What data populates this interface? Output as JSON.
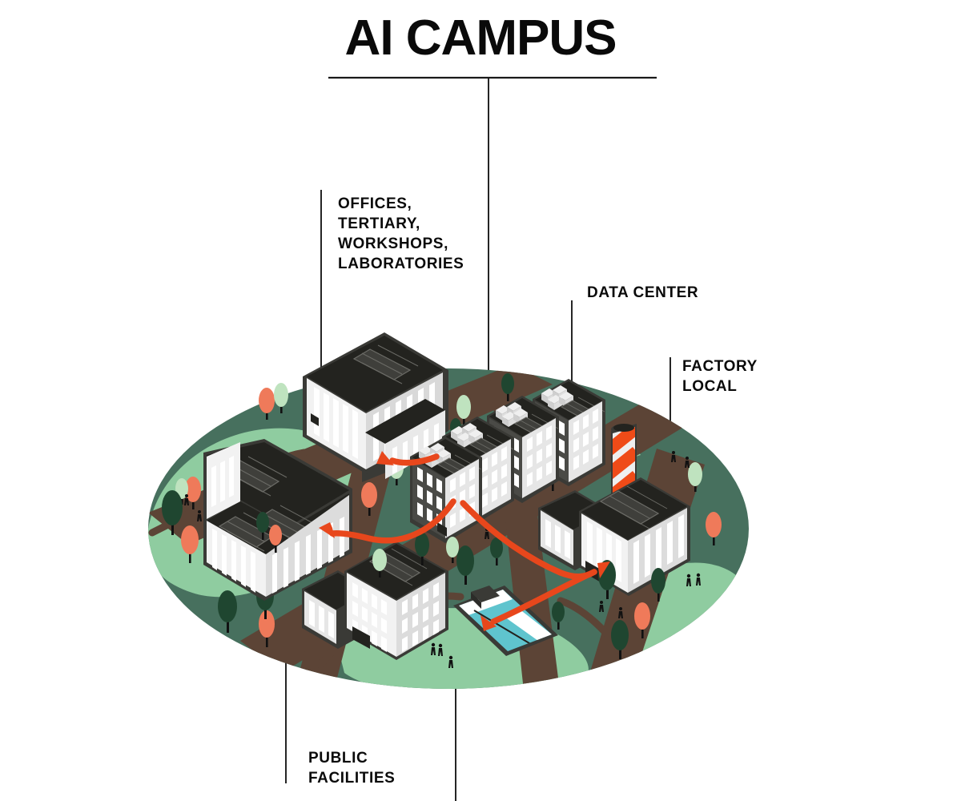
{
  "page": {
    "title": "AI CAMPUS",
    "background_color": "#ffffff",
    "text_color": "#0a0a0a"
  },
  "callouts": {
    "offices": {
      "lines": [
        "OFFICES,",
        "TERTIARY,",
        "WORKSHOPS,",
        "LABORATORIES"
      ],
      "line1": "OFFICES,",
      "line2": "TERTIARY,",
      "line3": "WORKSHOPS,",
      "line4": "LABORATORIES"
    },
    "data_center": {
      "line1": "DATA CENTER"
    },
    "factory": {
      "line1": "FACTORY",
      "line2": "LOCAL"
    },
    "public_facilities": {
      "line1": "PUBLIC",
      "line2": "FACILITIES"
    }
  },
  "palette": {
    "orange_arrow": "#e8471c",
    "ground_dark_green": "#47705e",
    "ground_light_green": "#8fcca0",
    "road_brown": "#5c4436",
    "roof_dark": "#23231f",
    "facade_white": "#f2f2f2",
    "facade_gray": "#cfcfcf",
    "outline_dark": "#3a3a36",
    "tree_coral": "#ef7a5a",
    "tree_mint": "#bfe3bf",
    "tree_forest": "#1f4630",
    "pool_water": "#5fc4ce",
    "chimney_orange": "#ef4b18",
    "hvac_white": "#efefef",
    "title_rule": "#1a1a1a"
  },
  "scene": {
    "name": "isometric-ai-campus-map",
    "ground_shape": "ellipse",
    "buildings": [
      {
        "id": "offices-block",
        "name": "offices-tertiary-workshops-laboratories",
        "has_solar": true,
        "has_hvac": false
      },
      {
        "id": "workshops-block",
        "name": "workshops-laboratories-wing",
        "has_solar": true,
        "has_hvac": false
      },
      {
        "id": "data-center-1",
        "name": "data-center-tower-1",
        "has_solar": true,
        "has_hvac": true
      },
      {
        "id": "data-center-2",
        "name": "data-center-tower-2",
        "has_solar": true,
        "has_hvac": true
      },
      {
        "id": "data-center-3",
        "name": "data-center-tower-3",
        "has_solar": true,
        "has_hvac": true
      },
      {
        "id": "data-center-4",
        "name": "data-center-tower-4",
        "has_solar": true,
        "has_hvac": true
      },
      {
        "id": "factory-local",
        "name": "factory-local-building",
        "has_solar": true,
        "has_hvac": false
      },
      {
        "id": "public-facilities",
        "name": "public-facilities-building",
        "has_solar": true,
        "has_hvac": false
      },
      {
        "id": "swimming-pool",
        "name": "public-swimming-pool",
        "has_solar": false,
        "has_hvac": false
      }
    ],
    "flow_arrows": 4,
    "chimney": {
      "stripes": "orange-white-diagonal"
    }
  }
}
